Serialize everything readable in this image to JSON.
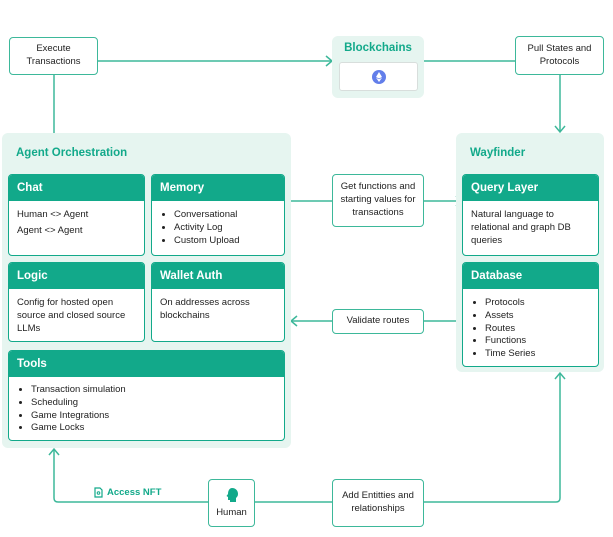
{
  "colors": {
    "accent": "#12a98a",
    "panel": "#e6f5f0",
    "line": "#3db89a",
    "eth": "#627eea"
  },
  "execute": "Execute Transactions",
  "blockchains": {
    "title": "Blockchains",
    "icon": "ethereum-icon"
  },
  "pull": "Pull States and Protocols",
  "agent": {
    "title": "Agent Orchestration",
    "chat": {
      "title": "Chat",
      "lines": [
        "Human <> Agent",
        "Agent <> Agent"
      ]
    },
    "memory": {
      "title": "Memory",
      "items": [
        "Conversational",
        "Activity Log",
        "Custom Upload"
      ]
    },
    "logic": {
      "title": "Logic",
      "text": "Config for hosted open source and closed source LLMs"
    },
    "wallet": {
      "title": "Wallet Auth",
      "text": "On addresses across blockchains"
    },
    "tools": {
      "title": "Tools",
      "items": [
        "Transaction simulation",
        "Scheduling",
        "Game Integrations",
        "Game Locks"
      ]
    }
  },
  "wayfinder": {
    "title": "Wayfinder",
    "query": {
      "title": "Query Layer",
      "text": "Natural language to relational and graph DB queries"
    },
    "database": {
      "title": "Database",
      "items": [
        "Protocols",
        "Assets",
        "Routes",
        "Functions",
        "Time Series"
      ]
    }
  },
  "get_functions": "Get functions and starting values for transactions",
  "validate": "Validate routes",
  "human": {
    "label": "Human",
    "icon": "human-head-icon"
  },
  "access_nft": {
    "label": "Access NFT",
    "icon": "document-icon"
  },
  "add_entities": "Add Entitties and relationships"
}
